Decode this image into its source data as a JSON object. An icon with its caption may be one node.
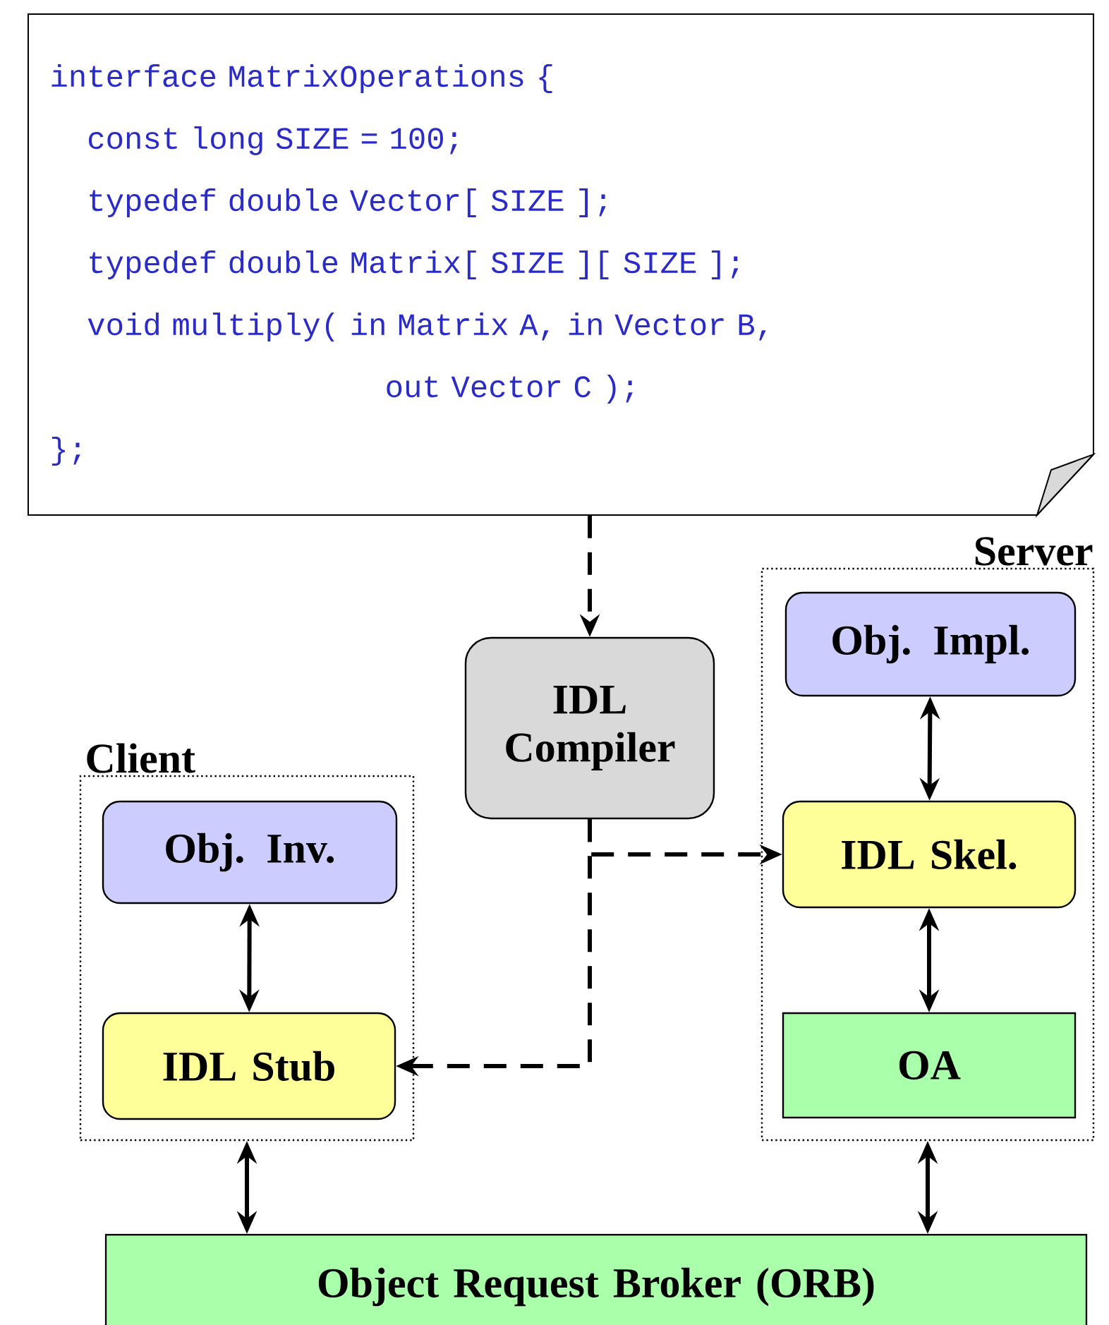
{
  "diagram": {
    "nodes": [
      {
        "text": [
          "interface MatrixOperations {",
          "const long SIZE = 100;",
          "typedef double Vector[ SIZE ];",
          "typedef double Matrix[ SIZE ][ SIZE ];",
          "void multiply( in Matrix A, in Vector B,",
          "out Vector C );",
          "};"
        ]
      },
      {
        "text": [
          "Server"
        ]
      },
      {
        "text": [
          "Obj. Impl."
        ],
        "in": 1
      },
      {
        "text": [
          "IDL Skel."
        ],
        "in": 1
      },
      {
        "text": [
          "OA"
        ],
        "in": 1
      },
      {
        "text": [
          "IDL Compiler"
        ]
      },
      {
        "text": [
          "Client"
        ]
      },
      {
        "text": [
          "Obj. Inv."
        ],
        "in": 6
      },
      {
        "text": [
          "IDL Stub"
        ],
        "in": 6
      },
      {
        "text": [
          "Object Request Broker (ORB)"
        ]
      }
    ],
    "edges": [
      {
        "from": 0,
        "to": 5,
        "arrow": "to",
        "style": "dashed"
      },
      {
        "from": 5,
        "to": 3,
        "arrow": "to",
        "style": "dashed"
      },
      {
        "from": 5,
        "to": 8,
        "arrow": "to",
        "style": "dashed"
      },
      {
        "from": 2,
        "to": 3,
        "arrow": "both"
      },
      {
        "from": 3,
        "to": 4,
        "arrow": "both"
      },
      {
        "from": 7,
        "to": 8,
        "arrow": "both"
      },
      {
        "from": 6,
        "to": 9,
        "arrow": "both"
      },
      {
        "from": 1,
        "to": 9,
        "arrow": "both"
      }
    ]
  }
}
